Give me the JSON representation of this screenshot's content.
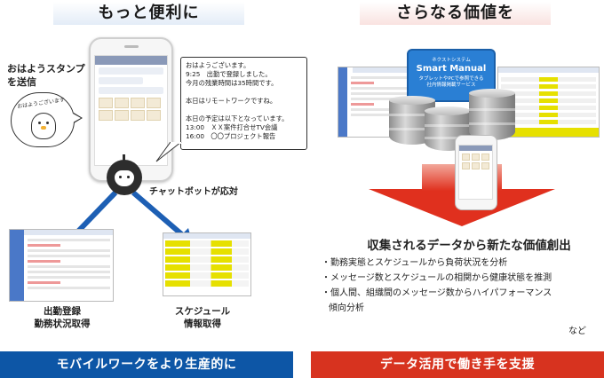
{
  "left": {
    "heading": "もっと便利に",
    "stamp_label": [
      "おはようスタンプ",
      "を送信"
    ],
    "stamp_text": "おはようございます",
    "chat_lines": [
      "おはようございます。",
      "9:25　出勤で登録しました。",
      "今月の残業時間は35時間です。",
      "",
      "本日はリモートワークですね。",
      "",
      "本日の予定は以下となっています。",
      "13:00　ＸＸ案件打合せTV会議",
      "16:00　〇〇プロジェクト報告"
    ],
    "bot_label": "チャットボットが応対",
    "caption_a": [
      "出勤登録",
      "勤務状況取得"
    ],
    "caption_b": [
      "スケジュール",
      "情報取得"
    ],
    "banner": "モバイルワークをより生産的に"
  },
  "right": {
    "heading": "さらなる価値を",
    "manual": {
      "brand": "ネクストシステム",
      "name": "Smart Manual",
      "sub": [
        "タブレットやPCで参照できる",
        "社内情報掲載サービス"
      ]
    },
    "title": "収集されるデータから新たな価値創出",
    "items": [
      "・勤務実態とスケジュールから負荷状況を分析",
      "・メッセージ数とスケジュールの相関から健康状態を推測",
      "・個人間、組織間のメッセージ数からハイパフォーマンス"
    ],
    "item_cont": "傾向分析",
    "etc": "など",
    "banner": "データ活用で働き手を支援"
  },
  "colors": {
    "blue": "#0d56a6",
    "red": "#d7331f",
    "arrow_blue": "#1d5fb4",
    "arrow_red": "#e0301e"
  }
}
